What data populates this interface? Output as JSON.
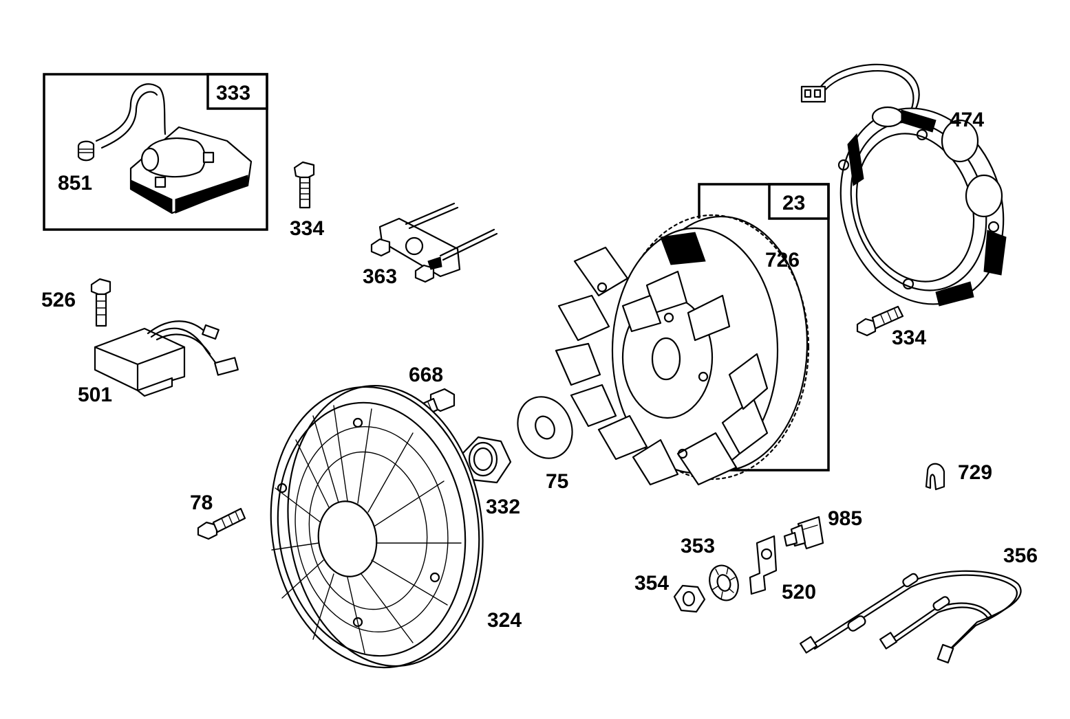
{
  "part_labels": {
    "p333": "333",
    "p851": "851",
    "p334a": "334",
    "p363": "363",
    "p23": "23",
    "p726": "726",
    "p474": "474",
    "p334b": "334",
    "p526": "526",
    "p501": "501",
    "p668": "668",
    "p75": "75",
    "p332": "332",
    "p78": "78",
    "p324": "324",
    "p729": "729",
    "p985": "985",
    "p353": "353",
    "p354": "354",
    "p520": "520",
    "p356": "356"
  },
  "colors": {
    "ink": "#000000",
    "paper": "#ffffff"
  }
}
